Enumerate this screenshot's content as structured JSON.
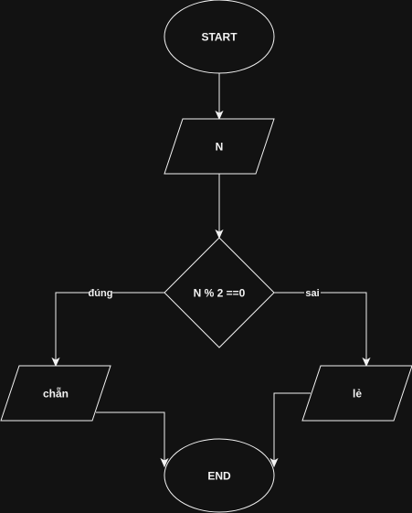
{
  "diagram": {
    "nodes": {
      "start": "START",
      "input": "N",
      "condition": "N % 2 ==0",
      "even": "chẵn",
      "odd": "lẻ",
      "end": "END"
    },
    "edges": {
      "true_label": "đúng",
      "false_label": "sai"
    }
  },
  "colors": {
    "background": "#121212",
    "stroke": "#f2f2f2",
    "text": "#f2f2f2"
  }
}
